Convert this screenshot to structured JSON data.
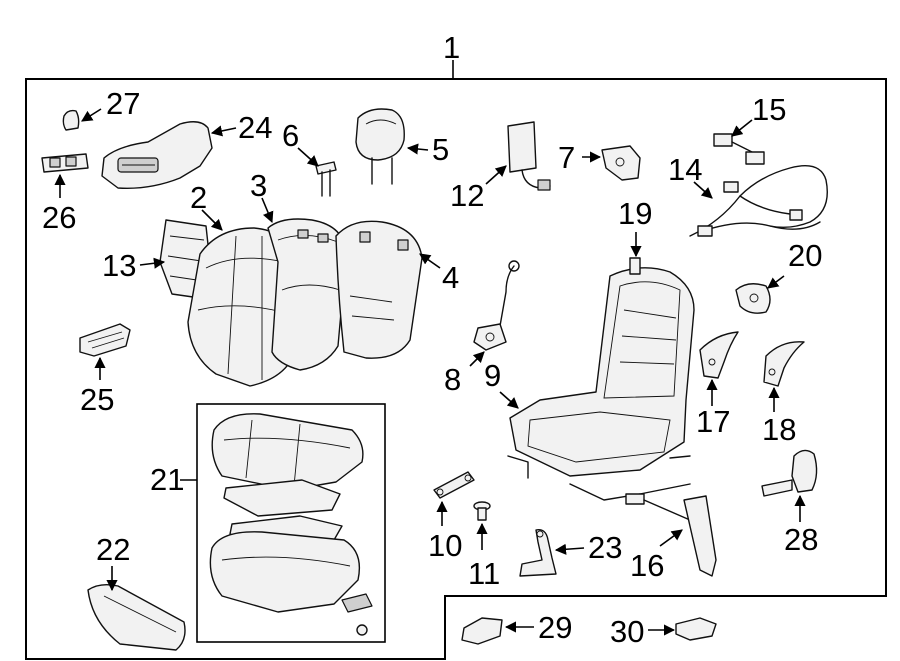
{
  "callouts": {
    "c1": "1",
    "c2": "2",
    "c3": "3",
    "c4": "4",
    "c5": "5",
    "c6": "6",
    "c7": "7",
    "c8": "8",
    "c9": "9",
    "c10": "10",
    "c11": "11",
    "c12": "12",
    "c13": "13",
    "c14": "14",
    "c15": "15",
    "c16": "16",
    "c17": "17",
    "c18": "18",
    "c19": "19",
    "c20": "20",
    "c21": "21",
    "c22": "22",
    "c23": "23",
    "c24": "24",
    "c25": "25",
    "c26": "26",
    "c27": "27",
    "c28": "28",
    "c29": "29",
    "c30": "30"
  },
  "colors": {
    "line": "#000000",
    "part_fill": "#f2f2f2",
    "background": "#ffffff"
  }
}
